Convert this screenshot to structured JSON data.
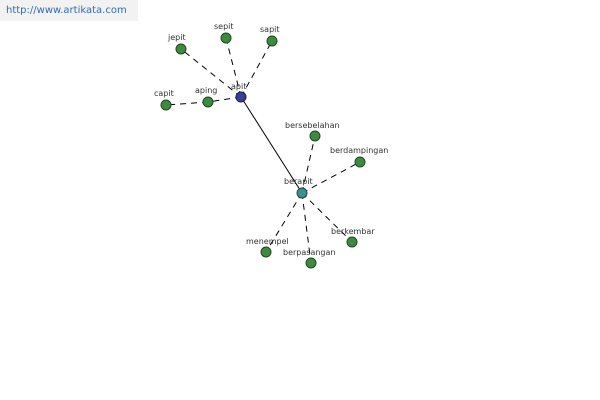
{
  "header": {
    "source_url": "http://www.artikata.com"
  },
  "graph": {
    "nodes": [
      {
        "id": "apit",
        "label": "apit",
        "kind": "hub-blue"
      },
      {
        "id": "berapit",
        "label": "berapit",
        "kind": "hub-teal"
      },
      {
        "id": "jepit",
        "label": "jepit",
        "kind": "leaf"
      },
      {
        "id": "sepit",
        "label": "sepit",
        "kind": "leaf"
      },
      {
        "id": "sapit",
        "label": "sapit",
        "kind": "leaf"
      },
      {
        "id": "capit",
        "label": "capit",
        "kind": "leaf"
      },
      {
        "id": "aping",
        "label": "aping",
        "kind": "leaf"
      },
      {
        "id": "bersebelahan",
        "label": "bersebelahan",
        "kind": "leaf"
      },
      {
        "id": "berdampingan",
        "label": "berdampingan",
        "kind": "leaf"
      },
      {
        "id": "berkembar",
        "label": "berkembar",
        "kind": "leaf"
      },
      {
        "id": "menempel",
        "label": "menempel",
        "kind": "leaf"
      },
      {
        "id": "berpasangan",
        "label": "berpasangan",
        "kind": "leaf"
      }
    ],
    "edges": [
      {
        "from": "apit",
        "to": "berapit",
        "style": "solid"
      },
      {
        "from": "apit",
        "to": "jepit",
        "style": "dashed"
      },
      {
        "from": "apit",
        "to": "sepit",
        "style": "dashed"
      },
      {
        "from": "apit",
        "to": "sapit",
        "style": "dashed"
      },
      {
        "from": "apit",
        "to": "aping",
        "style": "dashed"
      },
      {
        "from": "aping",
        "to": "capit",
        "style": "dashed"
      },
      {
        "from": "berapit",
        "to": "bersebelahan",
        "style": "dashed"
      },
      {
        "from": "berapit",
        "to": "berdampingan",
        "style": "dashed"
      },
      {
        "from": "berapit",
        "to": "berkembar",
        "style": "dashed"
      },
      {
        "from": "berapit",
        "to": "menempel",
        "style": "dashed"
      },
      {
        "from": "berapit",
        "to": "berpasangan",
        "style": "dashed"
      }
    ]
  }
}
